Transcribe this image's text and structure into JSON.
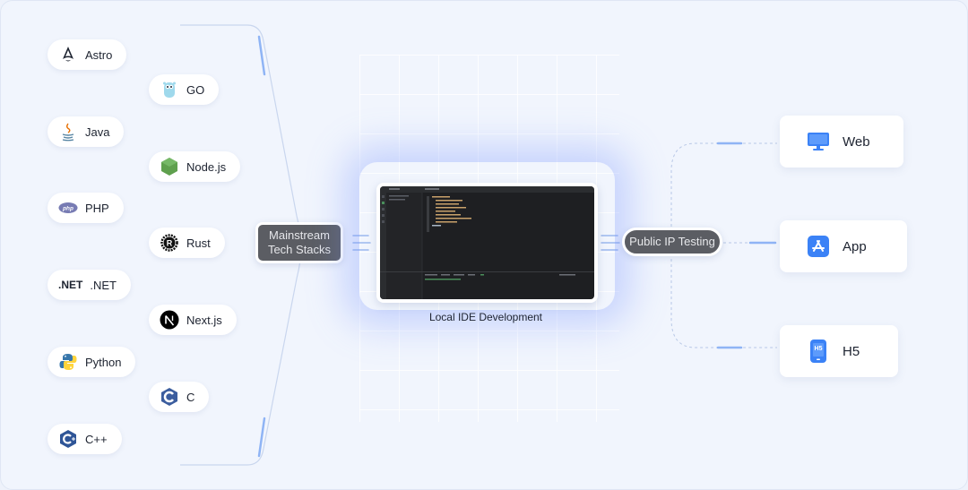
{
  "left_stack": [
    {
      "label": "Astro",
      "icon": "astro-icon"
    },
    {
      "label": "GO",
      "icon": "go-gopher-icon"
    },
    {
      "label": "Java",
      "icon": "java-icon"
    },
    {
      "label": "Node.js",
      "icon": "nodejs-icon"
    },
    {
      "label": "PHP",
      "icon": "php-icon"
    },
    {
      "label": "Rust",
      "icon": "rust-icon"
    },
    {
      "label": ".NET",
      "icon": "dotnet-icon",
      "icon_text": ".NET"
    },
    {
      "label": "Next.js",
      "icon": "nextjs-icon"
    },
    {
      "label": "Python",
      "icon": "python-icon"
    },
    {
      "label": "C",
      "icon": "c-language-icon"
    },
    {
      "label": "C++",
      "icon": "cpp-icon"
    }
  ],
  "hubs": {
    "stacks_line1": "Mainstream",
    "stacks_line2": "Tech Stacks",
    "testing": "Public IP Testing"
  },
  "ide": {
    "caption": "Local IDE Development"
  },
  "targets": [
    {
      "label": "Web",
      "icon": "monitor-icon"
    },
    {
      "label": "App",
      "icon": "app-store-icon"
    },
    {
      "label": "H5",
      "icon": "mobile-h5-icon",
      "icon_text": "H5"
    }
  ],
  "colors": {
    "accent": "#3b82f6",
    "hub_bg": "#5b5d63",
    "background": "#f1f5fd"
  }
}
